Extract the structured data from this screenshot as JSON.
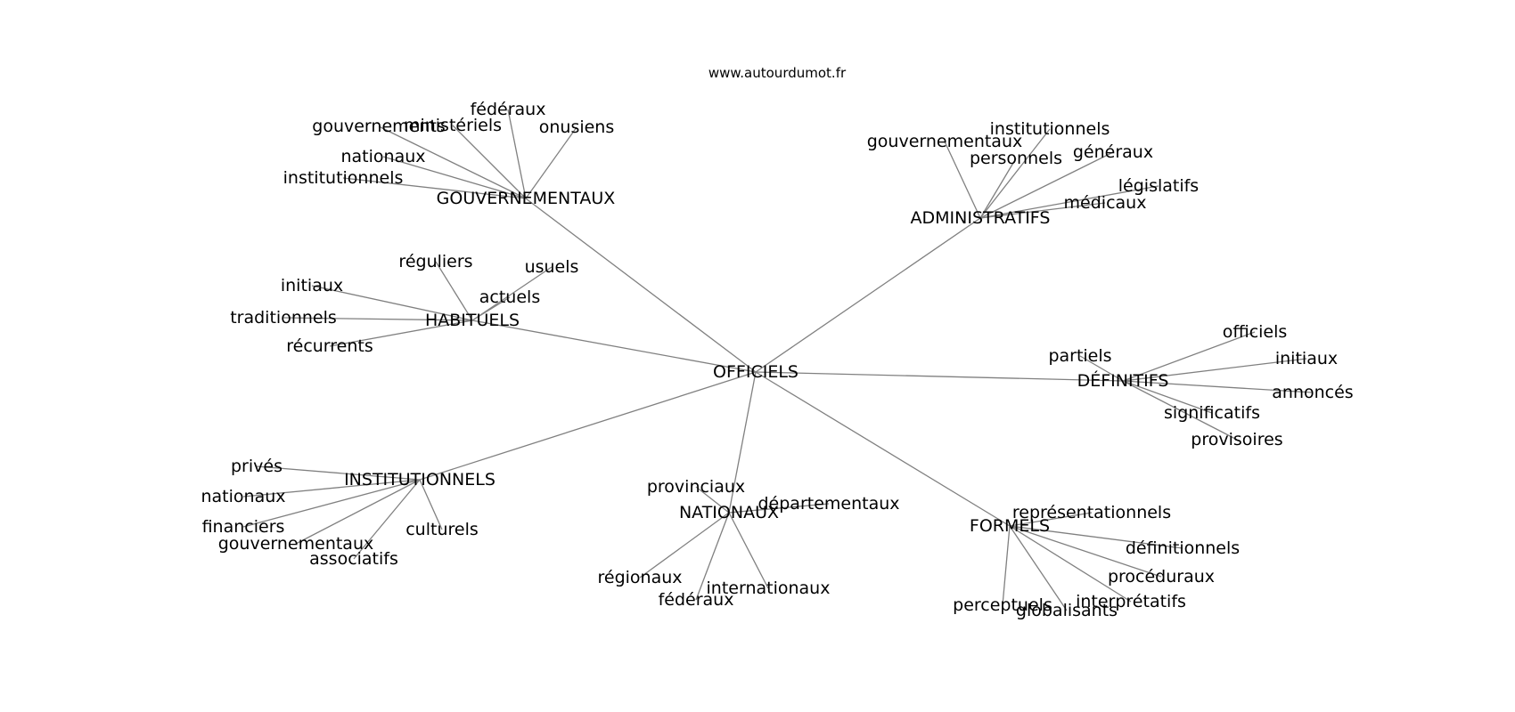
{
  "source": "www.autourdumot.fr",
  "colors": {
    "edge": "#808080",
    "text": "#000000",
    "background": "#ffffff"
  },
  "graph": {
    "root": {
      "label": "OFFICIELS"
    },
    "hubs": [
      {
        "id": "gouvernementaux",
        "label": "GOUVERNEMENTAUX",
        "leaves": [
          "gouvernements",
          "ministériels",
          "fédéraux",
          "onusiens",
          "nationaux",
          "institutionnels"
        ]
      },
      {
        "id": "administratifs",
        "label": "ADMINISTRATIFS",
        "leaves": [
          "gouvernementaux",
          "institutionnels",
          "personnels",
          "généraux",
          "législatifs",
          "médicaux"
        ]
      },
      {
        "id": "habituels",
        "label": "HABITUELS",
        "leaves": [
          "réguliers",
          "usuels",
          "initiaux",
          "actuels",
          "traditionnels",
          "récurrents"
        ]
      },
      {
        "id": "definitifs",
        "label": "DÉFINITIFS",
        "leaves": [
          "officiels",
          "partiels",
          "initiaux",
          "annoncés",
          "significatifs",
          "provisoires"
        ]
      },
      {
        "id": "institutionnels",
        "label": "INSTITUTIONNELS",
        "leaves": [
          "privés",
          "nationaux",
          "financiers",
          "gouvernementaux",
          "associatifs",
          "culturels"
        ]
      },
      {
        "id": "nationaux",
        "label": "NATIONAUX",
        "leaves": [
          "provinciaux",
          "départementaux",
          "régionaux",
          "fédéraux",
          "internationaux"
        ]
      },
      {
        "id": "formels",
        "label": "FORMELS",
        "leaves": [
          "représentationnels",
          "définitionnels",
          "procéduraux",
          "interprétatifs",
          "globalisants",
          "perceptuels"
        ]
      }
    ]
  }
}
